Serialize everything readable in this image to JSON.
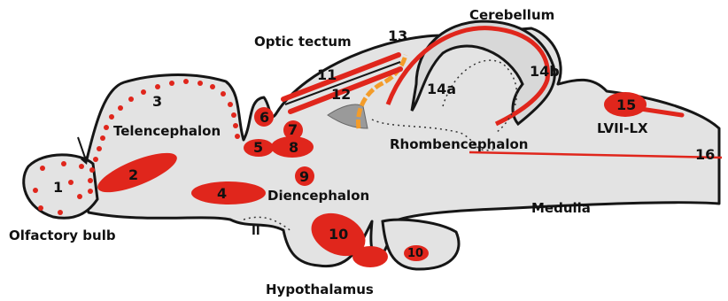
{
  "colors": {
    "brain_fill": "#e3e3e3",
    "outline": "#161616",
    "label_red": "#e0261c",
    "accent_orange": "#f39c2a",
    "ventricle_grey": "#9a9a9a"
  },
  "region_labels": {
    "olfactory_bulb": "Olfactory bulb",
    "telencephalon": "Telencephalon",
    "optic_tectum": "Optic tectum",
    "cerebellum": "Cerebellum",
    "rhombencephalon": "Rhombencephalon",
    "diencephalon": "Diencephalon",
    "medulla": "Medulla",
    "hypothalamus": "Hypothalamus",
    "lvii_lx": "LVII-LX",
    "roman_two": "II"
  },
  "markers": {
    "m1": "1",
    "m2": "2",
    "m3": "3",
    "m4": "4",
    "m5": "5",
    "m6": "6",
    "m7": "7",
    "m8": "8",
    "m9": "9",
    "m10a": "10",
    "m10b": "10",
    "m11": "11",
    "m12": "12",
    "m13": "13",
    "m14a": "14a",
    "m14b": "14b",
    "m15": "15",
    "m16": "16"
  }
}
